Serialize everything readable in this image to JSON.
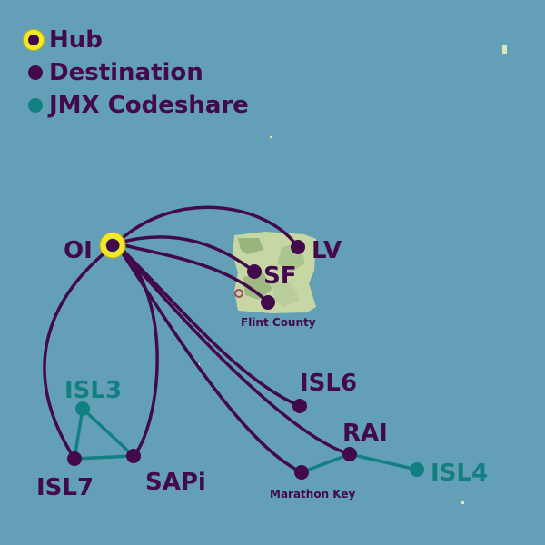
{
  "colors": {
    "sea": "#639fb6",
    "route": "#420a4a",
    "codeshare": "#128083",
    "hub_ring": "#f3e928",
    "hub_ring_edge": "#c8b20e",
    "land": "#c6d7a4",
    "land_dark": "#8fad72",
    "speck": "#dfe6b8"
  },
  "legend": {
    "hub": "Hub",
    "destination": "Destination",
    "codeshare": "JMX Codeshare"
  },
  "airports": {
    "oi": "OI",
    "lv": "LV",
    "sf": "SF",
    "isl3": "ISL3",
    "isl6": "ISL6",
    "isl7": "ISL7",
    "sapi": "SAPi",
    "rai": "RAI",
    "isl4": "ISL4",
    "marathon": "Marathon Key"
  },
  "regions": {
    "flint": "Flint County"
  }
}
